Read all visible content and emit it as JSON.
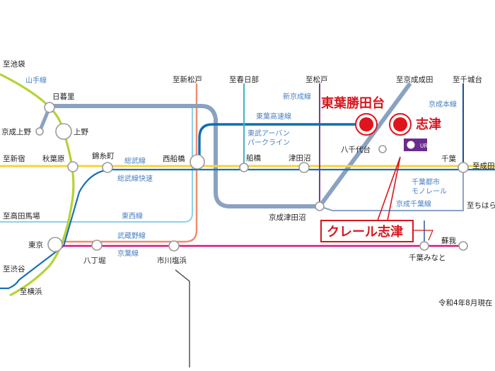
{
  "stations": {
    "nippori": "日暮里",
    "keisei_ueno": "京成上野",
    "ueno": "上野",
    "akihabara": "秋葉原",
    "kinshicho": "錦糸町",
    "nishifunabashi": "西船橋",
    "funabashi": "船橋",
    "tsudanuma": "津田沼",
    "yachiyodai": "八千代台",
    "chiba": "千葉",
    "keisei_tsudanuma": "京成津田沼",
    "tokyo": "東京",
    "hatchobori": "八丁堀",
    "ichikawa_shiohama": "市川塩浜",
    "soga": "蘇我",
    "chiba_minato": "千葉みなと",
    "higashi_katsutadai": "東葉勝田台",
    "shizu": "志津"
  },
  "directions": {
    "ikebukuro": "至池袋",
    "shinmatsudo": "至新松戸",
    "kasukabe": "至春日部",
    "matsudo": "至松戸",
    "keisei_narita": "至京成成田",
    "chishirodai": "至千城台",
    "shinjuku": "至新宿",
    "narutoh": "至成田",
    "takadanobaba": "至高田馬場",
    "chiharadai": "至ちはら台",
    "shibuya": "至渋谷",
    "yokohama": "至横浜"
  },
  "lines": {
    "yamanote": "山手線",
    "shin_keisei": "新京成線",
    "toyo_kousoku": "東葉高速線",
    "tobu_urban_1": "東武アーバン",
    "tobu_urban_2": "パークライン",
    "keisei_honsen": "京成本線",
    "sobu": "総武線",
    "sobu_rapid": "総武線快速",
    "monorail_1": "千葉都市",
    "monorail_2": "モノレール",
    "tozai": "東西線",
    "musashino": "武蔵野線",
    "keiyo": "京葉線",
    "keisei_chiba": "京成千葉線"
  },
  "property": {
    "name": "クレール志津",
    "logo_text": "UR"
  },
  "footnote": "令和4年8月現在",
  "colors": {
    "yamanote": "#b5d334",
    "sobu": "#f5d33a",
    "sobu_rapid": "#1a6fb5",
    "tozai": "#8fd0ee",
    "musashino": "#ef8c6f",
    "keiyo": "#d7157d",
    "keisei": "#8aa2c2",
    "toyo": "#0e6eb3",
    "shin_keisei": "#7a3b96",
    "tobu": "#45b2c7",
    "joban": "#555555",
    "accent": "#d7161e"
  }
}
